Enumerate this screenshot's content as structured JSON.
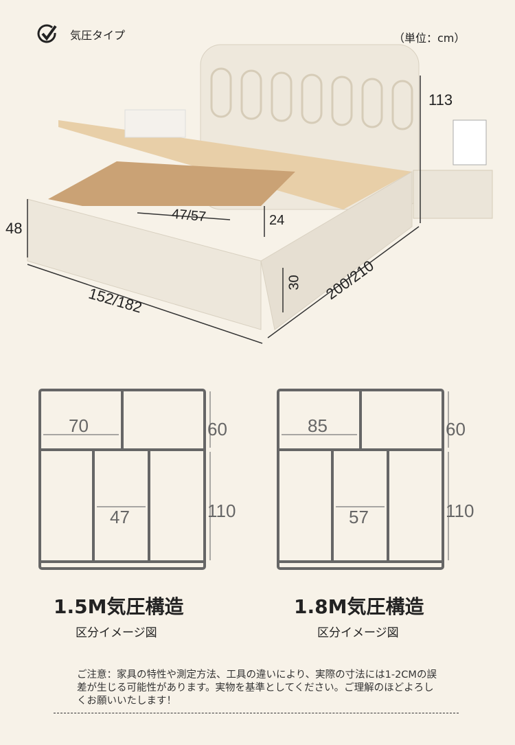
{
  "header": {
    "type_label": "気圧タイプ",
    "unit_label": "（単位：cm）",
    "check_icon": "check-circle-icon"
  },
  "bed": {
    "height_headboard": "113",
    "height_frame": "48",
    "width": "152/182",
    "length": "200/210",
    "compartment_width": "47/57",
    "compartment_depth": "24",
    "side_height": "30"
  },
  "diagrams": [
    {
      "title": "1.5M気圧構造",
      "subtitle": "区分イメージ図",
      "top_width": "70",
      "top_depth": "60",
      "bottom_width": "47",
      "bottom_depth": "110"
    },
    {
      "title": "1.8M気圧構造",
      "subtitle": "区分イメージ図",
      "top_width": "85",
      "top_depth": "60",
      "bottom_width": "57",
      "bottom_depth": "110"
    }
  ],
  "note": "ご注意：家具の特性や測定方法、工具の違いにより、実際の寸法には1-2CMの誤差が生じる可能性があります。実物を基準としてください。ご理解のほどよろしくお願いいたします！",
  "colors": {
    "background": "#f7f2e8",
    "frame": "#ece6da",
    "wood": "#e3c49a",
    "line": "#666666"
  }
}
